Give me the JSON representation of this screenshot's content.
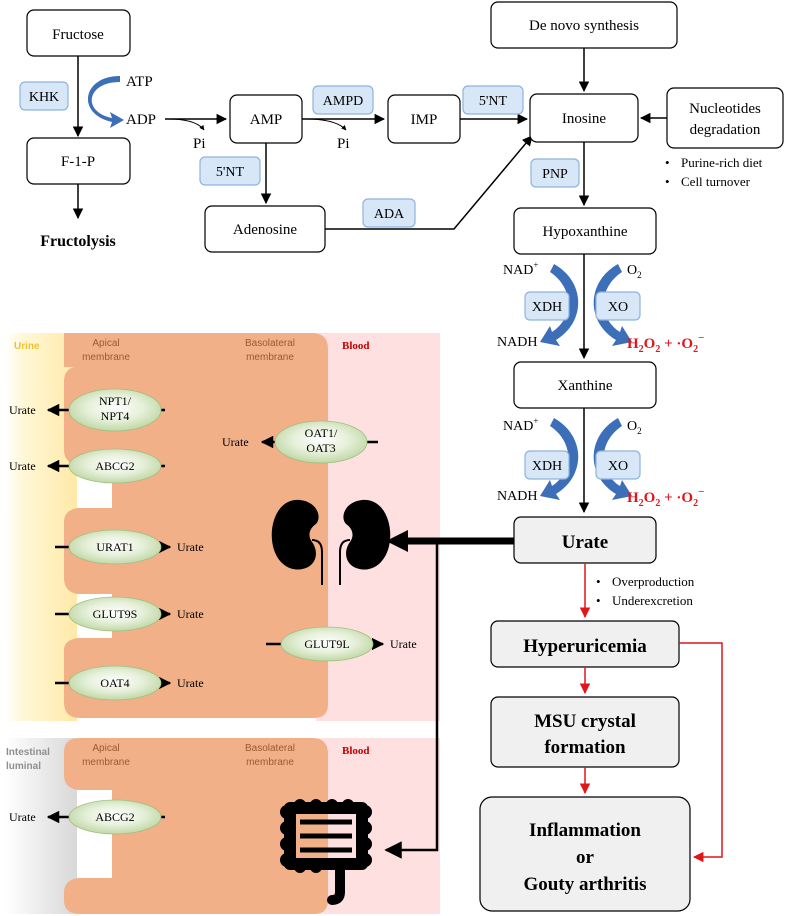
{
  "pathway": {
    "fructose": "Fructose",
    "khk": "KHK",
    "atp": "ATP",
    "adp": "ADP",
    "f1p": "F-1-P",
    "fructolysis": "Fructolysis",
    "pi_1": "Pi",
    "pi_2": "Pi",
    "amp": "AMP",
    "ampd": "AMPD",
    "imp": "IMP",
    "nt_imp": "5'NT",
    "nt_amp": "5'NT",
    "adenosine": "Adenosine",
    "ada": "ADA",
    "denovo": "De novo synthesis",
    "inosine": "Inosine",
    "nucleotides_line1": "Nucleotides",
    "nucleotides_line2": "degradation",
    "bullet_diet": "Purine-rich diet",
    "bullet_turnover": "Cell turnover",
    "pnp": "PNP",
    "hypoxanthine": "Hypoxanthine",
    "xanthine": "Xanthine",
    "urate": "Urate"
  },
  "xanthine_steps": [
    {
      "nad": "NAD",
      "nad_sup": "+",
      "nadh": "NADH",
      "xdh": "XDH",
      "xo": "XO",
      "o2": "O",
      "o2_sub": "2",
      "h2o2": "H",
      "h2o2_sub1": "2",
      "h2o2_o": "O",
      "h2o2_sub2": "2",
      "plus": " + ",
      "dot": "·",
      "superoxide": "O",
      "super_sub": "2",
      "super_sup": "−"
    },
    {
      "nad": "NAD",
      "nad_sup": "+",
      "nadh": "NADH",
      "xdh": "XDH",
      "xo": "XO",
      "o2": "O",
      "o2_sub": "2",
      "h2o2": "H",
      "h2o2_sub1": "2",
      "h2o2_o": "O",
      "h2o2_sub2": "2",
      "plus": " + ",
      "dot": "·",
      "superoxide": "O",
      "super_sub": "2",
      "super_sup": "−"
    }
  ],
  "outcomes": {
    "overproduction": "Overproduction",
    "underexcretion": "Underexcretion",
    "hyperuricemia": "Hyperuricemia",
    "msu_line1": "MSU crystal",
    "msu_line2": "formation",
    "inflam_line1": "Inflammation",
    "inflam_line2": "or",
    "inflam_line3": "Gouty arthritis"
  },
  "kidney_panel": {
    "urine": "Urine",
    "apical_line1": "Apical",
    "apical_line2": "membrane",
    "basolateral_line1": "Basolateral",
    "basolateral_line2": "membrane",
    "blood": "Blood",
    "transporters": {
      "npt_line1": "NPT1/",
      "npt_line2": "NPT4",
      "abcg2": "ABCG2",
      "urat1": "URAT1",
      "glut9s": "GLUT9S",
      "oat4": "OAT4",
      "oat_line1": "OAT1/",
      "oat_line2": "OAT3",
      "glut9l": "GLUT9L"
    },
    "urate_labels": [
      "Urate",
      "Urate",
      "Urate",
      "Urate",
      "Urate",
      "Urate",
      "Urate"
    ]
  },
  "intestine_panel": {
    "lumen_line1": "Intestinal",
    "lumen_line2": "luminal",
    "apical_line1": "Apical",
    "apical_line2": "membrane",
    "basolateral_line1": "Basolateral",
    "basolateral_line2": "membrane",
    "blood": "Blood",
    "abcg2": "ABCG2",
    "urate": "Urate"
  },
  "colors": {
    "enzyme_fill": "#d7e7f7",
    "enzyme_stroke": "#8eb3dc",
    "blue_arrow": "#3d6eb8",
    "red": "#e0161b",
    "cell_orange": "#f2b088",
    "blood_pink": "#fde0df",
    "urine_yellow": "#fff2c0",
    "lumen_gray": "#e2e2e2",
    "urine_label": "#f0c232",
    "blood_label": "#c00000",
    "membrane_label": "#9a5a34",
    "transporter_green": "#cfe3b8",
    "grey_box": "#f0f0f0"
  }
}
